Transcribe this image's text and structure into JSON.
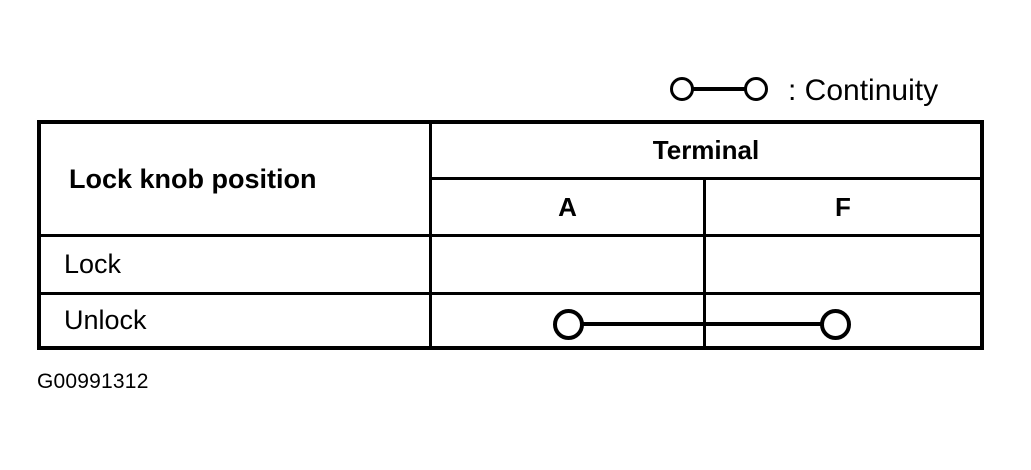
{
  "legend": {
    "symbol_name": "continuity-symbol",
    "text": ": Continuity",
    "circle_left_name": "continuity-terminal-circle-left",
    "circle_right_name": "continuity-terminal-circle-right"
  },
  "table": {
    "row_header_label": "Lock knob position",
    "group_header_label": "Terminal",
    "terminal_columns": [
      "A",
      "F"
    ],
    "rows": [
      {
        "label": "Lock",
        "cells": [
          {
            "terminal": "A",
            "continuity": false
          },
          {
            "terminal": "F",
            "continuity": false
          }
        ],
        "continuity_between": null
      },
      {
        "label": "Unlock",
        "cells": [
          {
            "terminal": "A",
            "continuity": true
          },
          {
            "terminal": "F",
            "continuity": true
          }
        ],
        "continuity_between": [
          "A",
          "F"
        ]
      }
    ]
  },
  "caption": {
    "text": "G00991312"
  },
  "colors": {
    "background": "#ffffff",
    "line": "#000000",
    "text": "#000000"
  }
}
